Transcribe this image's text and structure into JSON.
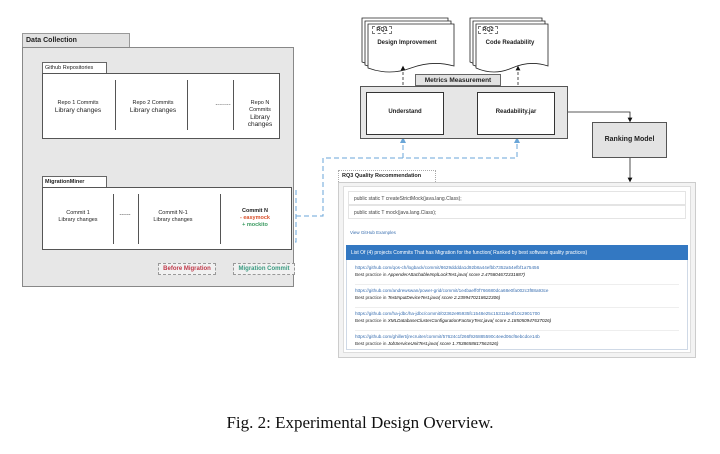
{
  "data_collection": {
    "title": "Data Collection",
    "github_repositories": {
      "title": "Github Repositories",
      "repos": [
        {
          "line1": "Repo 1 Commits",
          "line2": "Library changes"
        },
        {
          "line1": "Repo 2 Commits",
          "line2": "Library changes"
        },
        {
          "line1": "Repo N Commits",
          "line2": "Library changes"
        }
      ],
      "ellipsis": "........"
    },
    "migration_miner": {
      "title": "MigrationMiner",
      "commits": [
        {
          "line1": "Commit 1",
          "line2": "Library changes"
        },
        {
          "line1": "Commit  N-1",
          "line2": "Library changes"
        }
      ],
      "ellipsis": "------",
      "commit_n": {
        "title": "Commit N",
        "removed": "- easymock",
        "added": "+ mockito"
      },
      "before_label": "Before Migration",
      "migration_label": "Migration Commit"
    }
  },
  "rq1": {
    "tag": "RQ1",
    "title": "Design Improvement"
  },
  "rq2": {
    "tag": "RQ2",
    "title": "Code Readability"
  },
  "metrics": {
    "title": "Metrics Measurement",
    "tools": [
      "Understand",
      "Readability.jar"
    ]
  },
  "ranking_model": "Ranking Model",
  "rq3": {
    "title": "RQ3 Quality Recommendation",
    "signatures": [
      "public static T createStrictMock(java.lang.Class);",
      "public static T mock(java.lang.Class);"
    ],
    "view_link": "View GitHub Examples",
    "list_header": "List Of (4) projects Commits That has Migration for the function( Ranked by best software quality practices)",
    "results": [
      {
        "url": "https://github.com/qos-ch/logback/commit/8629dddda1d92b8a44efbb7352a54efbf1a75456",
        "prefix": "Best practice in",
        "file": "AppenderAttachableImplLockTest.java( score 2.475804672331887)"
      },
      {
        "url": "https://github.com/andrewswan/power-grid/commit/1e4baeff0f766680dca68e0fa002c3f88a93ce",
        "prefix": "Best practice in",
        "file": "TextInputDeviceTest.java( score 2.2399470218622306)"
      },
      {
        "url": "https://github.com/ha-jdbc/ha-jdbc/commit/02362e95935fc1548e25c153116e4f10c2901700",
        "prefix": "Best practice in",
        "file": "XMLDatabaseClusterConfigurationFactoryTest.java( score 2.185050947637026)"
      },
      {
        "url": "https://github.com/ghillert/jrecruiter/commit/57624c1f266f926885590c4eed06cf6ebcdce14b",
        "prefix": "Best practice in",
        "file": "JobServiceUnitTest.java( score 1.7538658817561526)"
      }
    ]
  },
  "caption": "Fig. 2: Experimental Design Overview.",
  "colors": {
    "before": "#c0394a",
    "migration": "#3a9a80",
    "highlight": "#f5c842",
    "link_blue": "#3378c2",
    "dashed_connector": "#6aa6d8"
  }
}
